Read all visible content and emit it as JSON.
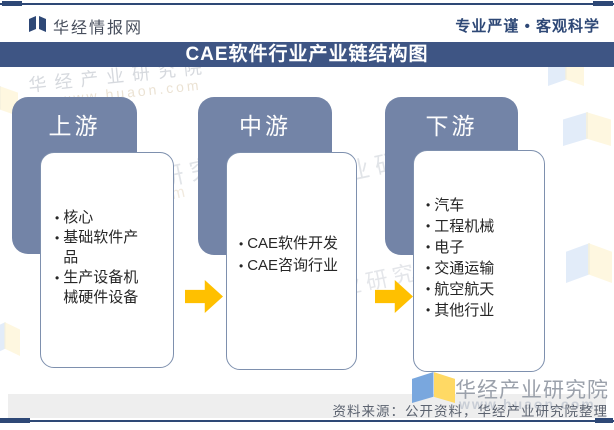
{
  "brand": {
    "name": "华经情报网",
    "slogan": "专业严谨 • 客观科学"
  },
  "title": "CAE软件行业产业链结构图",
  "chain": {
    "columns": [
      {
        "stage": "上游",
        "items": [
          "核心",
          "基础软件产品",
          "生产设备机械硬件设备"
        ]
      },
      {
        "stage": "中游",
        "items": [
          "CAE软件开发",
          "CAE咨询行业"
        ]
      },
      {
        "stage": "下游",
        "items": [
          "汽车",
          "工程机械",
          "电子",
          "交通运输",
          "航空航天",
          "其他行业"
        ]
      }
    ]
  },
  "footer": {
    "source": "资料来源：公开资料，华经产业研究院整理"
  },
  "logo": {
    "name": "华经产业研究院",
    "site": "www.huaon.com"
  },
  "watermarks": {
    "org": "华经产业研究院",
    "url": "www.huaon.com"
  },
  "icons": {
    "brand_logo": "open-book-icon",
    "footer_logo": "open-book-icon",
    "flow_arrow": "right-arrow"
  },
  "colors": {
    "navy": "#2E4876",
    "title_bar": "#3E5584",
    "stage_box": "#7384A7",
    "box_border": "#7E90AE",
    "arrow": "#FFC000",
    "footer_bar": "#EEEEEE",
    "logo_blue": "#79A7DE",
    "logo_yellow": "#FFD964"
  }
}
